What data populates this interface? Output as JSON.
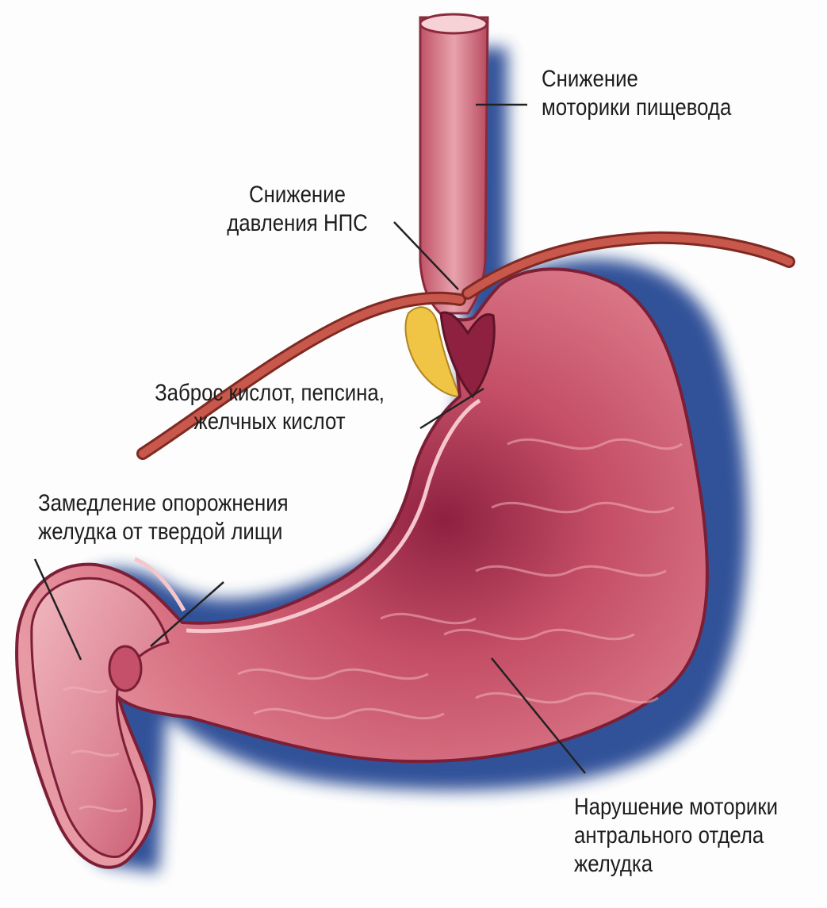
{
  "labels": {
    "esophagus_motility": [
      "Снижение",
      "моторики пищевода"
    ],
    "les_pressure": [
      "Снижение",
      "давления НПС"
    ],
    "reflux": [
      "Заброс кислот, пепсина,",
      "желчных кислот"
    ],
    "gastric_emptying": [
      "Замедление опорожнения",
      "желудка от твердой лищи"
    ],
    "antral_motility": [
      "Нарушение моторики",
      "антрального отдела",
      "желудка"
    ]
  },
  "colors": {
    "background": "#fdfdfd",
    "shadow": "#1f3f8f",
    "tissue": "#d9707f",
    "tissue_dark": "#8a1e38",
    "fat": "#f0c445",
    "vessel": "#b5443c",
    "leader_line": "#222222"
  }
}
